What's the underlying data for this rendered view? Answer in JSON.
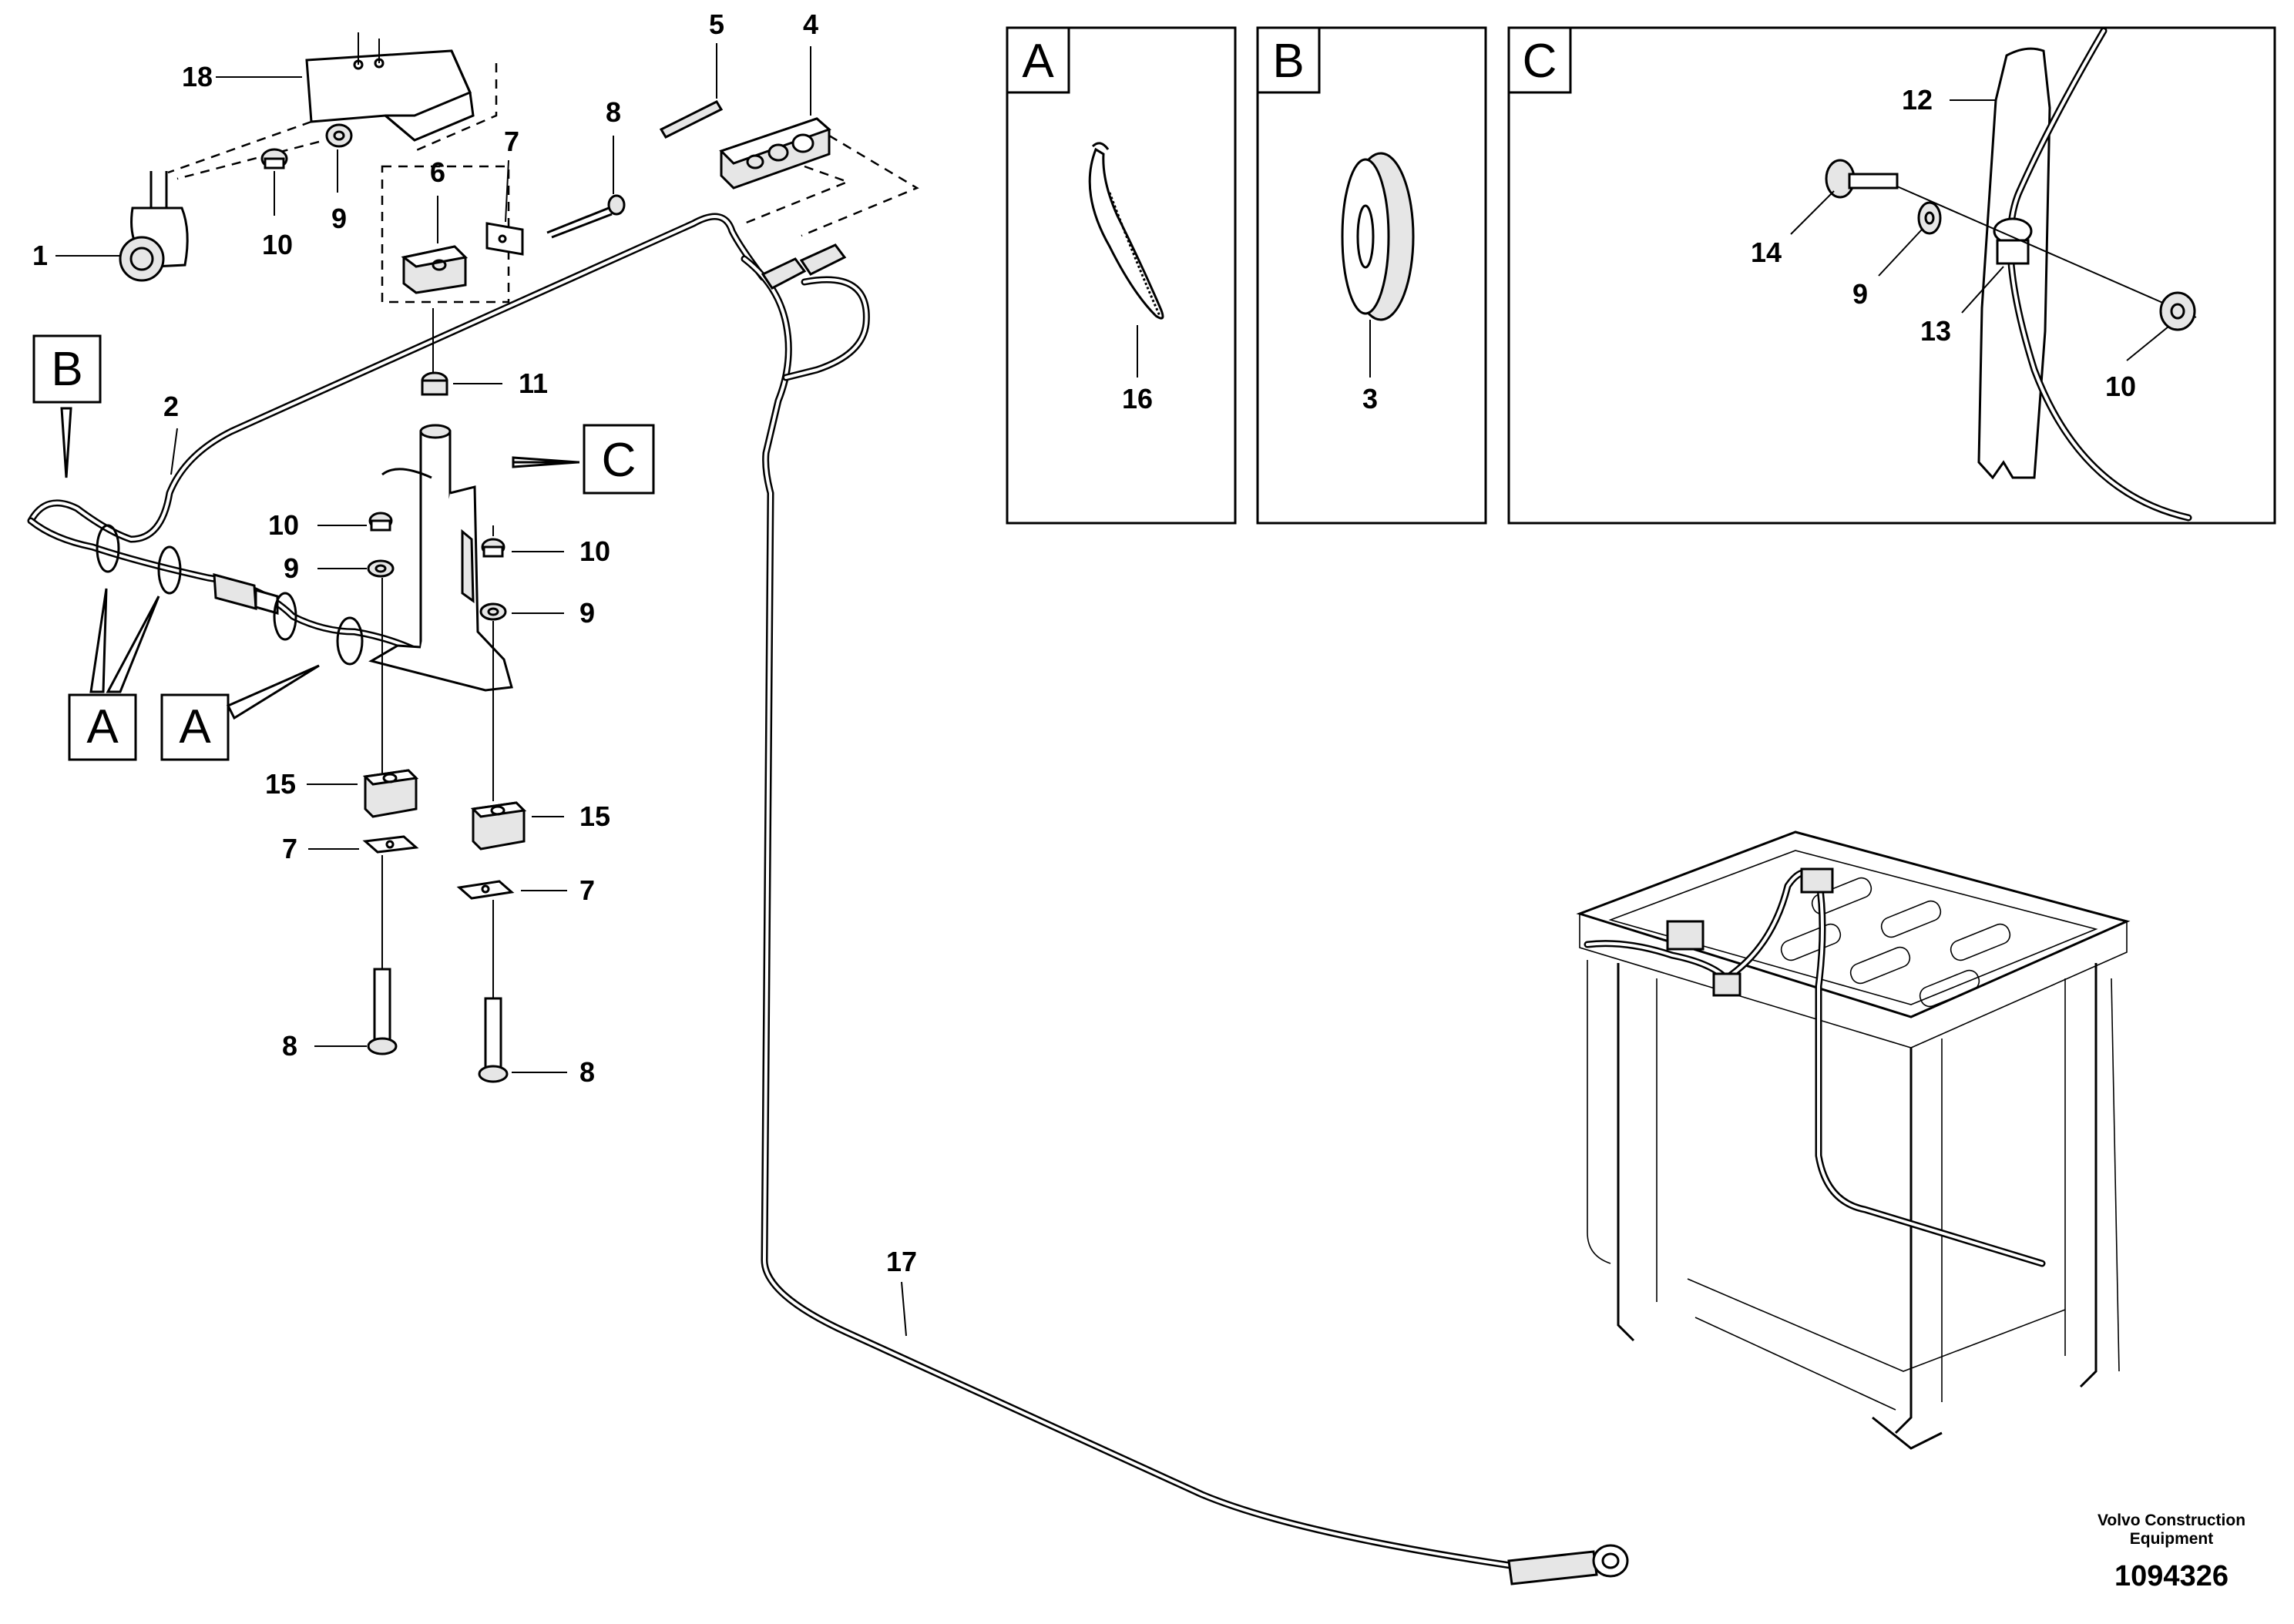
{
  "callouts": {
    "c1": "1",
    "c2": "2",
    "c4": "4",
    "c5": "5",
    "c6": "6",
    "c7a": "7",
    "c7b": "7",
    "c7c": "7",
    "c8a": "8",
    "c8b": "8",
    "c8c": "8",
    "c9a": "9",
    "c9b": "9",
    "c9c": "9",
    "c9d": "9",
    "c10a": "10",
    "c10b": "10",
    "c10c": "10",
    "c10d": "10",
    "c11": "11",
    "c15a": "15",
    "c15b": "15",
    "c17": "17",
    "c18": "18",
    "c3": "3",
    "c16": "16",
    "c12": "12",
    "c13": "13",
    "c14": "14"
  },
  "view_refs": {
    "main_b": "B",
    "main_c": "C",
    "main_a1": "A",
    "main_a2": "A"
  },
  "detail_panels": [
    {
      "id": "A",
      "letter": "A"
    },
    {
      "id": "B",
      "letter": "B"
    },
    {
      "id": "C",
      "letter": "C"
    }
  ],
  "credit": {
    "company_line1": "Volvo Construction",
    "company_line2": "Equipment",
    "drawing_number": "1094326"
  }
}
